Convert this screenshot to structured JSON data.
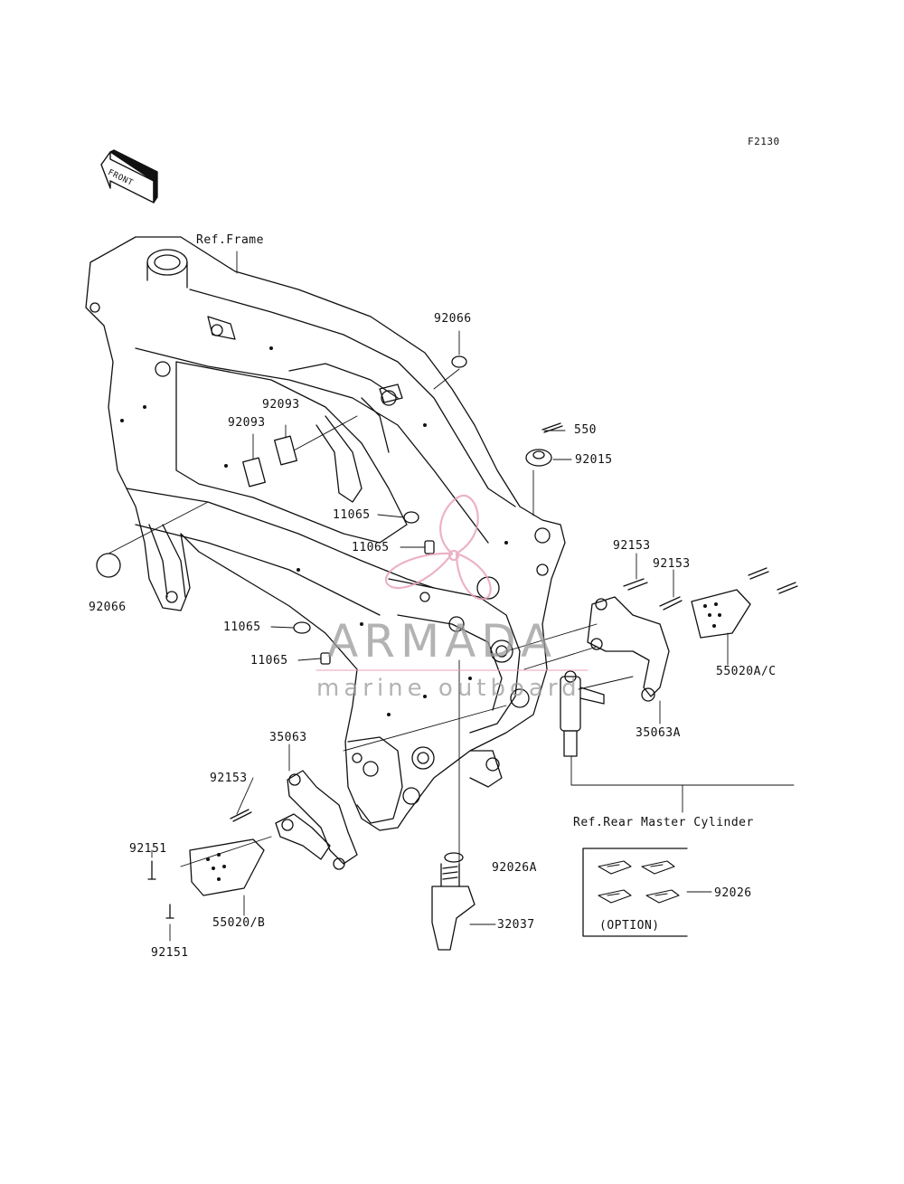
{
  "figure_code": "F2130",
  "front_label": "FRONT",
  "watermark": {
    "brand": "ARMADA",
    "tagline": "marine outboard",
    "accent_color": "#e8a0b8",
    "text_color": "#9a9a9a"
  },
  "refs": {
    "frame": "Ref.Frame",
    "rear_master_cylinder": "Ref.Rear Master Cylinder"
  },
  "option_label": "(OPTION)",
  "parts": {
    "p92066_top": "92066",
    "p92066_left": "92066",
    "p92093_a": "92093",
    "p92093_b": "92093",
    "p550": "550",
    "p92015": "92015",
    "p11065_a": "11065",
    "p11065_b": "11065",
    "p11065_c": "11065",
    "p11065_d": "11065",
    "p92153_a": "92153",
    "p92153_b": "92153",
    "p92153_c": "92153",
    "p55020ac": "55020A/C",
    "p35063a": "35063A",
    "p35063": "35063",
    "p92151_a": "92151",
    "p92151_b": "92151",
    "p55020b": "55020/B",
    "p92026a": "92026A",
    "p32037": "32037",
    "p92026": "92026"
  }
}
